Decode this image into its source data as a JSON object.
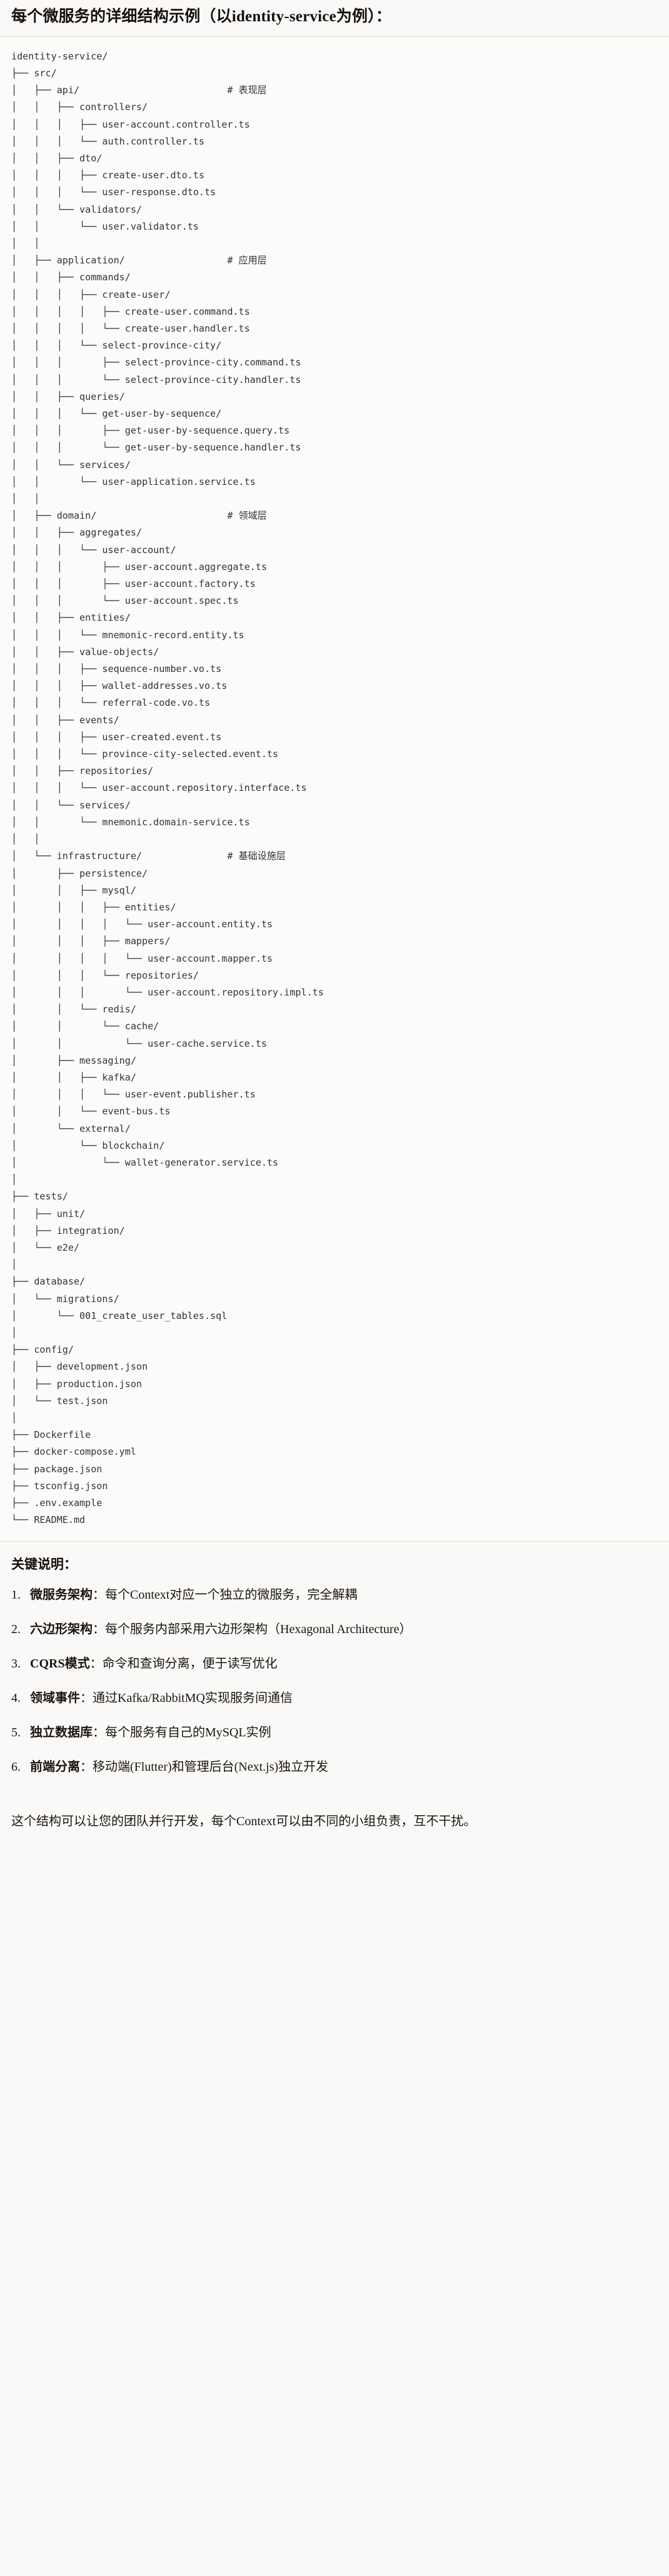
{
  "document": {
    "title": "每个微服务的详细结构示例（以identity-service为例）："
  },
  "tree": {
    "root_label": "identity-service/",
    "comments": {
      "api": "# 表现层",
      "application": "# 应用层",
      "domain": "# 领域层",
      "infrastructure": "# 基础设施层"
    },
    "text": "identity-service/\n├── src/\n│   ├── api/                          # 表现层\n│   │   ├── controllers/\n│   │   │   ├── user-account.controller.ts\n│   │   │   └── auth.controller.ts\n│   │   ├── dto/\n│   │   │   ├── create-user.dto.ts\n│   │   │   └── user-response.dto.ts\n│   │   └── validators/\n│   │       └── user.validator.ts\n│   │\n│   ├── application/                  # 应用层\n│   │   ├── commands/\n│   │   │   ├── create-user/\n│   │   │   │   ├── create-user.command.ts\n│   │   │   │   └── create-user.handler.ts\n│   │   │   └── select-province-city/\n│   │   │       ├── select-province-city.command.ts\n│   │   │       └── select-province-city.handler.ts\n│   │   ├── queries/\n│   │   │   └── get-user-by-sequence/\n│   │   │       ├── get-user-by-sequence.query.ts\n│   │   │       └── get-user-by-sequence.handler.ts\n│   │   └── services/\n│   │       └── user-application.service.ts\n│   │\n│   ├── domain/                       # 领域层\n│   │   ├── aggregates/\n│   │   │   └── user-account/\n│   │   │       ├── user-account.aggregate.ts\n│   │   │       ├── user-account.factory.ts\n│   │   │       └── user-account.spec.ts\n│   │   ├── entities/\n│   │   │   └── mnemonic-record.entity.ts\n│   │   ├── value-objects/\n│   │   │   ├── sequence-number.vo.ts\n│   │   │   ├── wallet-addresses.vo.ts\n│   │   │   └── referral-code.vo.ts\n│   │   ├── events/\n│   │   │   ├── user-created.event.ts\n│   │   │   └── province-city-selected.event.ts\n│   │   ├── repositories/\n│   │   │   └── user-account.repository.interface.ts\n│   │   └── services/\n│   │       └── mnemonic.domain-service.ts\n│   │\n│   └── infrastructure/               # 基础设施层\n│       ├── persistence/\n│       │   ├── mysql/\n│       │   │   ├── entities/\n│       │   │   │   └── user-account.entity.ts\n│       │   │   ├── mappers/\n│       │   │   │   └── user-account.mapper.ts\n│       │   │   └── repositories/\n│       │   │       └── user-account.repository.impl.ts\n│       │   └── redis/\n│       │       └── cache/\n│       │           └── user-cache.service.ts\n│       ├── messaging/\n│       │   ├── kafka/\n│       │   │   └── user-event.publisher.ts\n│       │   └── event-bus.ts\n│       └── external/\n│           └── blockchain/\n│               └── wallet-generator.service.ts\n│\n├── tests/\n│   ├── unit/\n│   ├── integration/\n│   └── e2e/\n│\n├── database/\n│   └── migrations/\n│       └── 001_create_user_tables.sql\n│\n├── config/\n│   ├── development.json\n│   ├── production.json\n│   └── test.json\n│\n├── Dockerfile\n├── docker-compose.yml\n├── package.json\n├── tsconfig.json\n├── .env.example\n└── README.md"
  },
  "notes": {
    "heading": "关键说明：",
    "points": [
      {
        "term": "微服务架构",
        "sep": "：",
        "desc": "每个Context对应一个独立的微服务，完全解耦"
      },
      {
        "term": "六边形架构",
        "sep": "：",
        "desc": "每个服务内部采用六边形架构（Hexagonal Architecture）"
      },
      {
        "term": "CQRS模式",
        "sep": "：",
        "desc": "命令和查询分离，便于读写优化"
      },
      {
        "term": "领域事件",
        "sep": "：",
        "desc": "通过Kafka/RabbitMQ实现服务间通信"
      },
      {
        "term": "独立数据库",
        "sep": "：",
        "desc": "每个服务有自己的MySQL实例"
      },
      {
        "term": "前端分离",
        "sep": "：",
        "desc": "移动端(Flutter)和管理后台(Next.js)独立开发"
      }
    ],
    "closing": "这个结构可以让您的团队并行开发，每个Context可以由不同的小组负责，互不干扰。"
  }
}
